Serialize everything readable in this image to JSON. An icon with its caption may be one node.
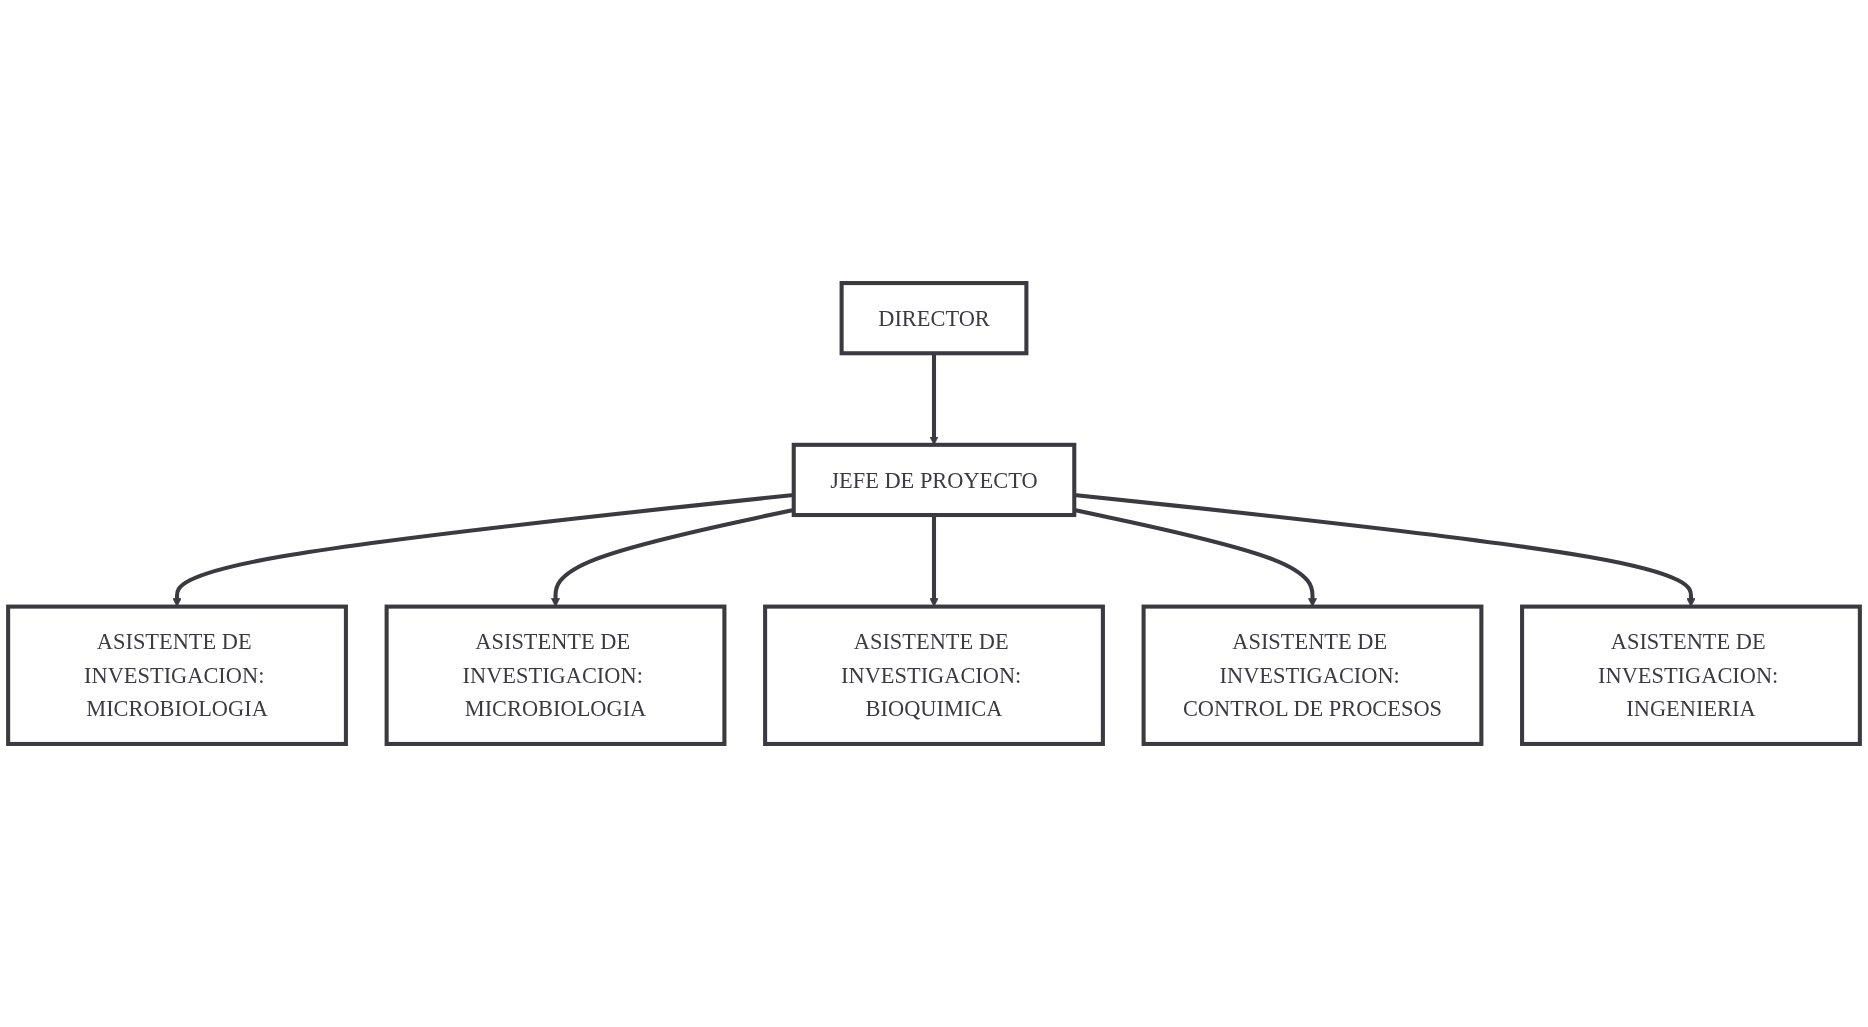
{
  "diagram": {
    "nodes": [
      {
        "text": [
          "DIRECTOR"
        ]
      },
      {
        "text": [
          "JEFE DE PROYECTO"
        ]
      },
      {
        "text": [
          "ASISTENTE DE INVESTIGACION: MICROBIOLOGIA"
        ]
      },
      {
        "text": [
          "ASISTENTE DE INVESTIGACION: MICROBIOLOGIA"
        ]
      },
      {
        "text": [
          "ASISTENTE DE INVESTIGACION: BIOQUIMICA"
        ]
      },
      {
        "text": [
          "ASISTENTE DE INVESTIGACION: CONTROL DE PROCESOS"
        ]
      },
      {
        "text": [
          "ASISTENTE DE INVESTIGACION: INGENIERIA"
        ]
      }
    ],
    "edges": [
      {
        "from": 0,
        "to": 1,
        "arrow": "to"
      },
      {
        "from": 1,
        "to": 2,
        "arrow": "to"
      },
      {
        "from": 1,
        "to": 3,
        "arrow": "to"
      },
      {
        "from": 1,
        "to": 4,
        "arrow": "to"
      },
      {
        "from": 1,
        "to": 5,
        "arrow": "to"
      },
      {
        "from": 1,
        "to": 6,
        "arrow": "to"
      }
    ]
  }
}
